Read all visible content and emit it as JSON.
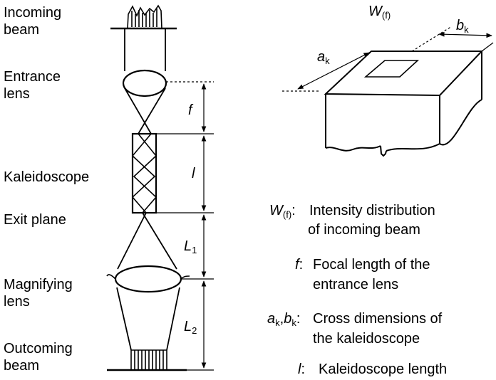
{
  "left_labels": {
    "incoming_beam": [
      "Incoming",
      "beam"
    ],
    "entrance_lens": [
      "Entrance",
      "lens"
    ],
    "kaleidoscope": "Kaleidoscope",
    "exit_plane": "Exit plane",
    "magnifying_lens": [
      "Magnifying",
      "lens"
    ],
    "outcoming_beam": [
      "Outcoming",
      "beam"
    ]
  },
  "dimension_symbols": {
    "f": "f",
    "l": "l",
    "L1_main": "L",
    "L1_sub": "1",
    "L2_main": "L",
    "L2_sub": "2"
  },
  "top_right": {
    "title_main": "W",
    "title_sub": "(f)",
    "ak_main": "a",
    "ak_sub": "k",
    "bk_main": "b",
    "bk_sub": "k"
  },
  "legend": [
    {
      "symbol_main": "W",
      "symbol_sub": "(f)",
      "sep": ":",
      "lines": [
        "Intensity distribution",
        "of incoming beam"
      ]
    },
    {
      "symbol_main": "f",
      "sep": ":",
      "lines": [
        "Focal length of the",
        "entrance lens"
      ]
    },
    {
      "symbol_a": "a",
      "symbol_a_sub": "k",
      "comma": ",",
      "symbol_b": "b",
      "symbol_b_sub": "k",
      "sep": ":",
      "lines": [
        "Cross dimensions of",
        "the kaleidoscope"
      ]
    },
    {
      "symbol_main": "l",
      "sep": ":",
      "lines": [
        "Kaleidoscope length"
      ]
    }
  ]
}
